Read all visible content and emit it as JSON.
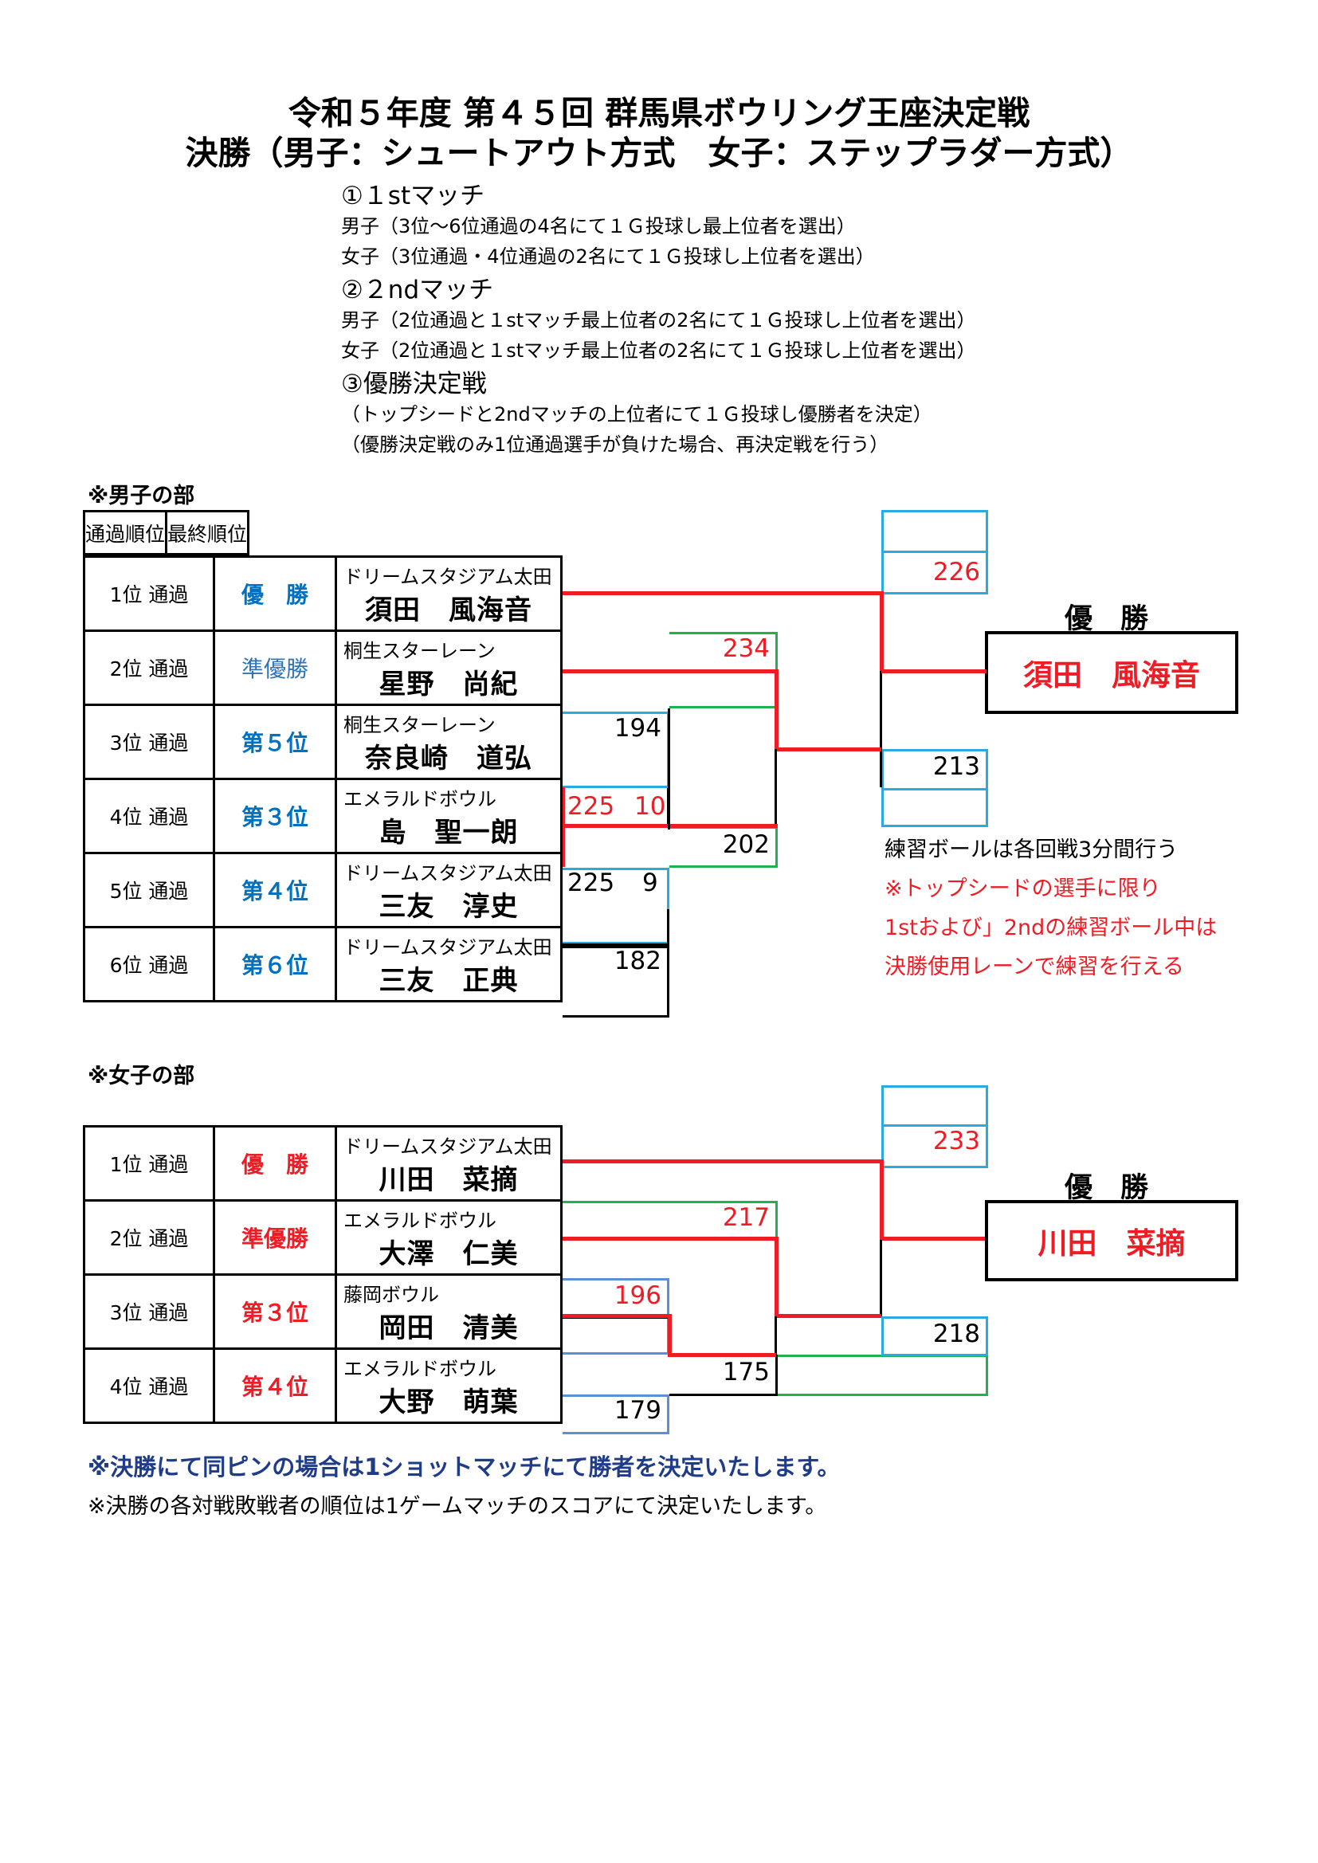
{
  "title": {
    "line1": "令和５年度 第４５回 群馬県ボウリング王座決定戦",
    "line2": "決勝（男子：シュートアウト方式　女子：ステップラダー方式）"
  },
  "rules": [
    {
      "text": "①１stマッチ",
      "kind": "h"
    },
    {
      "text": "男子（3位～6位通過の4名にて１Ｇ投球し最上位者を選出）",
      "kind": "l"
    },
    {
      "text": "女子（3位通過・4位通過の2名にて１Ｇ投球し上位者を選出）",
      "kind": "l"
    },
    {
      "text": "②２ndマッチ",
      "kind": "h"
    },
    {
      "text": "男子（2位通過と１stマッチ最上位者の2名にて１Ｇ投球し上位者を選出）",
      "kind": "l"
    },
    {
      "text": "女子（2位通過と１stマッチ最上位者の2名にて１Ｇ投球し上位者を選出）",
      "kind": "l"
    },
    {
      "text": "③優勝決定戦",
      "kind": "h"
    },
    {
      "text": "（トップシードと2ndマッチの上位者にて１Ｇ投球し優勝者を決定）",
      "kind": "l"
    },
    {
      "text": "（優勝決定戦のみ1位通過選手が負けた場合、再決定戦を行う）",
      "kind": "l"
    }
  ],
  "men": {
    "section": "※男子の部",
    "headers": [
      "通過順位",
      "最終順位"
    ],
    "rows": [
      {
        "pos": "1位 通過",
        "final": "優　勝",
        "club": "ドリームスタジアム太田",
        "name": "須田　風海音"
      },
      {
        "pos": "2位 通過",
        "final": "準優勝",
        "club": "桐生スターレーン",
        "name": "星野　尚紀"
      },
      {
        "pos": "3位 通過",
        "final": "第５位",
        "club": "桐生スターレーン",
        "name": "奈良崎　道弘"
      },
      {
        "pos": "4位 通過",
        "final": "第３位",
        "club": "エメラルドボウル",
        "name": "島　聖一朗"
      },
      {
        "pos": "5位 通過",
        "final": "第４位",
        "club": "ドリームスタジアム太田",
        "name": "三友　淳史"
      },
      {
        "pos": "6位 通過",
        "final": "第６位",
        "club": "ドリームスタジアム太田",
        "name": "三友　正典"
      }
    ],
    "scores": {
      "r1_3": "194",
      "r1_4": "225",
      "r1_4_sub": "10",
      "r1_5": "225",
      "r1_5_sub": "9",
      "r1_6": "182",
      "r2_top": "234",
      "r2_bottom": "202",
      "final_top": "226",
      "final_bottom": "213"
    },
    "champion_label": "優　勝",
    "champion": "須田　風海音",
    "notes": [
      {
        "text": "練習ボールは各回戦3分間行う",
        "color": "black"
      },
      {
        "text": "※トップシードの選手に限り",
        "color": "red"
      },
      {
        "text": "1stおよび」2ndの練習ボール中は",
        "color": "red"
      },
      {
        "text": "決勝使用レーンで練習を行える",
        "color": "red"
      }
    ]
  },
  "women": {
    "section": "※女子の部",
    "rows": [
      {
        "pos": "1位 通過",
        "final": "優　勝",
        "club": "ドリームスタジアム太田",
        "name": "川田　菜摘"
      },
      {
        "pos": "2位 通過",
        "final": "準優勝",
        "club": "エメラルドボウル",
        "name": "大澤　仁美"
      },
      {
        "pos": "3位 通過",
        "final": "第３位",
        "club": "藤岡ボウル",
        "name": "岡田　清美"
      },
      {
        "pos": "4位 通過",
        "final": "第４位",
        "club": "エメラルドボウル",
        "name": "大野　萌葉"
      }
    ],
    "scores": {
      "r1_3": "196",
      "r1_4": "179",
      "r2_top": "217",
      "r2_bottom": "175",
      "final_top": "233",
      "final_bottom": "218"
    },
    "champion_label": "優　勝",
    "champion": "川田　菜摘"
  },
  "footnotes": [
    "※決勝にて同ピンの場合は1ショットマッチにて勝者を決定いたします。",
    "※決勝の各対戦敗戦者の順位は1ゲームマッチのスコアにて決定いたします。"
  ],
  "colors": {
    "red": "#ee1c25",
    "blue": "#0070c0",
    "cyan_box": "#29abe2",
    "green_box": "#22b14c",
    "navy": "#1f3c88"
  }
}
